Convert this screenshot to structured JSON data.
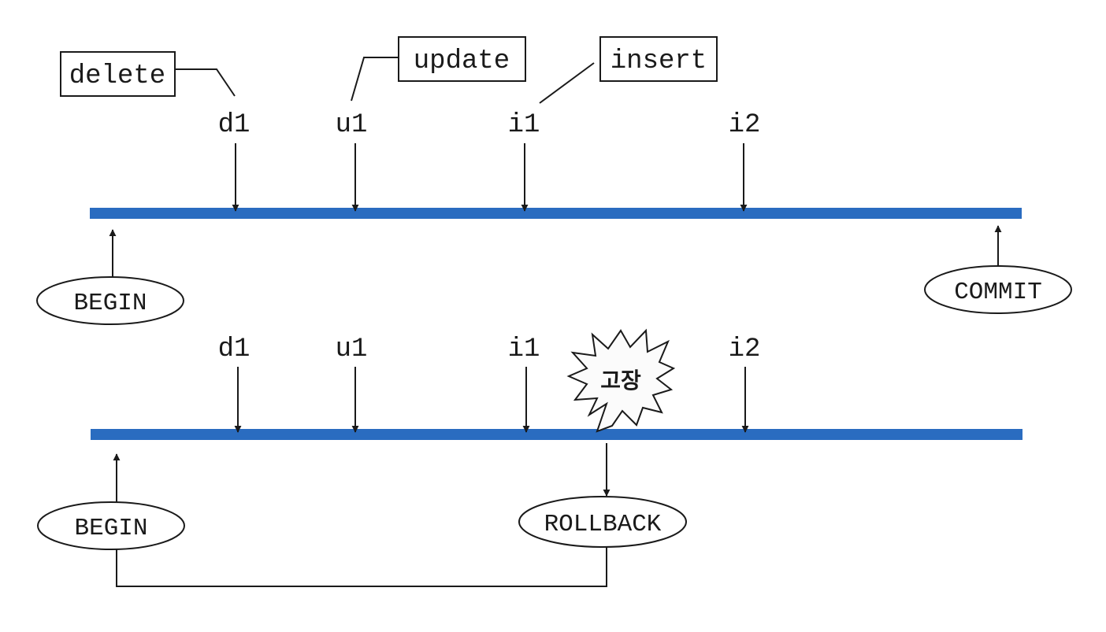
{
  "colors": {
    "timeline": "#2a6cc0",
    "ink": "#1a1a1a",
    "background": "#ffffff"
  },
  "top_scenario": {
    "statement_boxes": {
      "delete": "delete",
      "update": "update",
      "insert": "insert"
    },
    "operations": [
      "d1",
      "u1",
      "i1",
      "i2"
    ],
    "begin": "BEGIN",
    "commit": "COMMIT"
  },
  "bottom_scenario": {
    "operations": [
      "d1",
      "u1",
      "i1",
      "i2"
    ],
    "failure": "고장",
    "begin": "BEGIN",
    "rollback": "ROLLBACK"
  }
}
